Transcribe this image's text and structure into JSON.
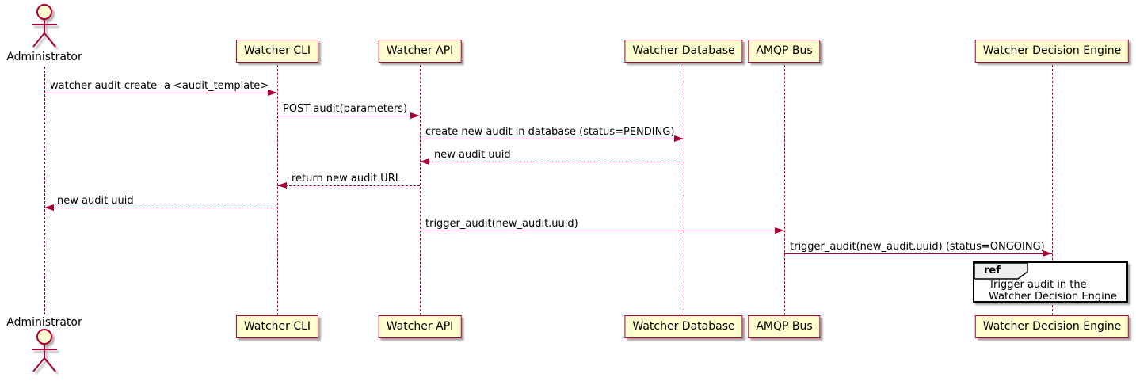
{
  "diagram": {
    "kind": "uml-sequence-diagram",
    "colors": {
      "participant_fill": "#FEFECE",
      "participant_border": "#A80036",
      "message_line": "#A80036",
      "text": "#000000",
      "ref_border": "#000000",
      "ref_header_fill": "#EEEEEE"
    }
  },
  "actor": {
    "name": "Administrator"
  },
  "participants": [
    {
      "name": "Watcher CLI"
    },
    {
      "name": "Watcher API"
    },
    {
      "name": "Watcher Database"
    },
    {
      "name": "AMQP Bus"
    },
    {
      "name": "Watcher Decision Engine"
    }
  ],
  "messages": [
    {
      "from": "Administrator",
      "to": "Watcher CLI",
      "label": "watcher audit create -a <audit_template>",
      "style": "solid",
      "direction": "right"
    },
    {
      "from": "Watcher CLI",
      "to": "Watcher API",
      "label": "POST audit(parameters)",
      "style": "solid",
      "direction": "right"
    },
    {
      "from": "Watcher API",
      "to": "Watcher Database",
      "label": "create new audit in database (status=PENDING)",
      "style": "solid",
      "direction": "right"
    },
    {
      "from": "Watcher Database",
      "to": "Watcher API",
      "label": "new audit uuid",
      "style": "dashed",
      "direction": "left"
    },
    {
      "from": "Watcher API",
      "to": "Watcher CLI",
      "label": "return new audit URL",
      "style": "dashed",
      "direction": "left"
    },
    {
      "from": "Watcher CLI",
      "to": "Administrator",
      "label": "new audit uuid",
      "style": "dashed",
      "direction": "left"
    },
    {
      "from": "Watcher API",
      "to": "AMQP Bus",
      "label": "trigger_audit(new_audit.uuid)",
      "style": "solid",
      "direction": "right"
    },
    {
      "from": "AMQP Bus",
      "to": "Watcher Decision Engine",
      "label": "trigger_audit(new_audit.uuid) (status=ONGOING)",
      "style": "solid",
      "direction": "right"
    }
  ],
  "ref": {
    "keyword": "ref",
    "over": "Watcher Decision Engine",
    "lines": [
      "Trigger audit in the",
      "Watcher Decision Engine"
    ]
  }
}
